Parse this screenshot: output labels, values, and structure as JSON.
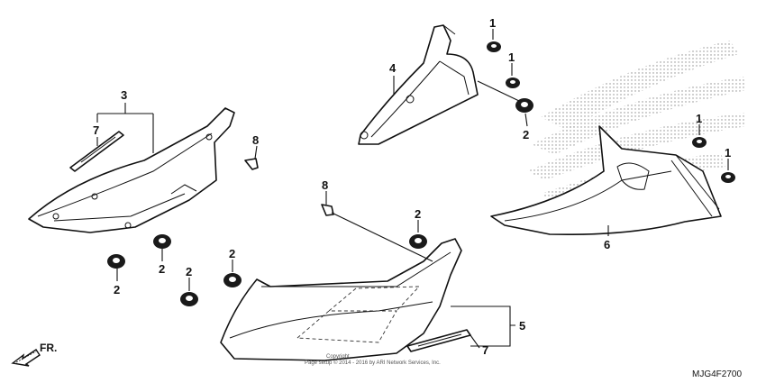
{
  "callouts": {
    "c1a": "1",
    "c1b": "1",
    "c1c": "1",
    "c1d": "1",
    "c2a": "2",
    "c2b": "2",
    "c2c": "2",
    "c2d": "2",
    "c2e": "2",
    "c2f": "2",
    "c3": "3",
    "c4": "4",
    "c5": "5",
    "c6": "6",
    "c7a": "7",
    "c7b": "7",
    "c8a": "8",
    "c8b": "8"
  },
  "direction": {
    "label": "FR."
  },
  "copyright": {
    "line1": "Copyright",
    "line2": "Page setup © 2014 - 2016 by ARI Network Services, Inc."
  },
  "diagram_code": "MJG4F2700"
}
